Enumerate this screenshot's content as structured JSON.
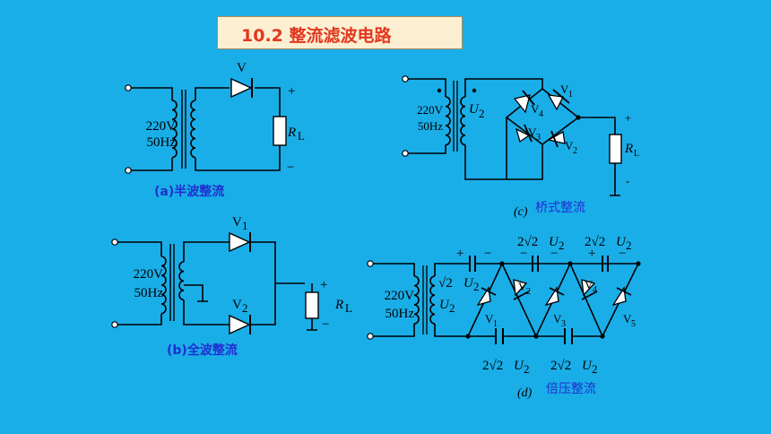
{
  "title": "10.2   整流滤波电路",
  "circuits": {
    "a": {
      "caption": "(a)半波整流",
      "source_voltage": "220V",
      "source_freq": "50Hz",
      "diode_label": "V",
      "load_label": "R",
      "load_sub": "L",
      "plus": "+",
      "minus": "−"
    },
    "b": {
      "caption": "(b)全波整流",
      "source_voltage": "220V",
      "source_freq": "50Hz",
      "diode1": "V",
      "diode1_sub": "1",
      "diode2": "V",
      "diode2_sub": "2",
      "load_label": "R",
      "load_sub": "L",
      "plus": "+",
      "minus": "−"
    },
    "c": {
      "caption_letter": "(c)",
      "caption_text": "桥式整流",
      "source_voltage": "220V",
      "source_freq": "50Hz",
      "secondary": "U",
      "secondary_sub": "2",
      "v1": "V",
      "v1_sub": "1",
      "v2": "V",
      "v2_sub": "2",
      "v3": "V",
      "v3_sub": "3",
      "v4": "V",
      "v4_sub": "4",
      "load_label": "R",
      "load_sub": "L",
      "plus": "+",
      "minus": "-"
    },
    "d": {
      "caption_letter": "(d)",
      "caption_text": "倍压整流",
      "source_voltage": "220V",
      "source_freq": "50Hz",
      "secondary_coef": "√2",
      "secondary": "U",
      "secondary_sub": "2",
      "cap_voltage_coef": "2√2",
      "cap_voltage": "U",
      "cap_voltage_sub": "2",
      "v1": "V",
      "v1_sub": "1",
      "v2": "V",
      "v2_sub": "2",
      "v3": "V",
      "v3_sub": "3",
      "v4": "V",
      "v4_sub": "4",
      "v5": "V",
      "v5_sub": "5",
      "plus": "+",
      "minus": "−"
    }
  }
}
